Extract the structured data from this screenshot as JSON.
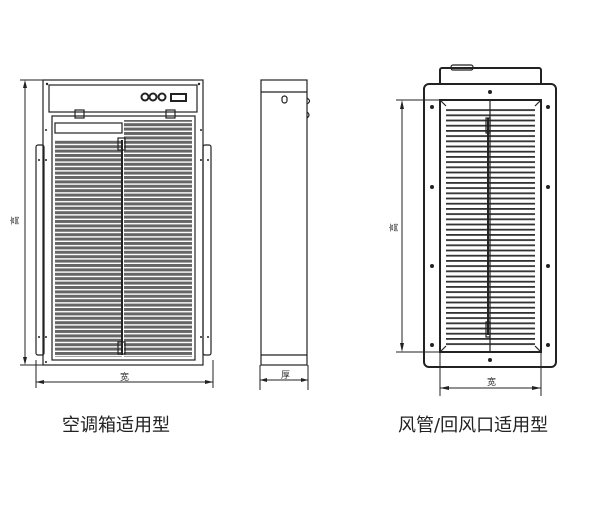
{
  "left_unit": {
    "caption": "空调箱适用型",
    "height_label": "高",
    "width_label": "宽",
    "depth_label": "厚"
  },
  "right_unit": {
    "caption": "风管/回风口适用型",
    "height_label": "高",
    "width_label": "宽"
  }
}
